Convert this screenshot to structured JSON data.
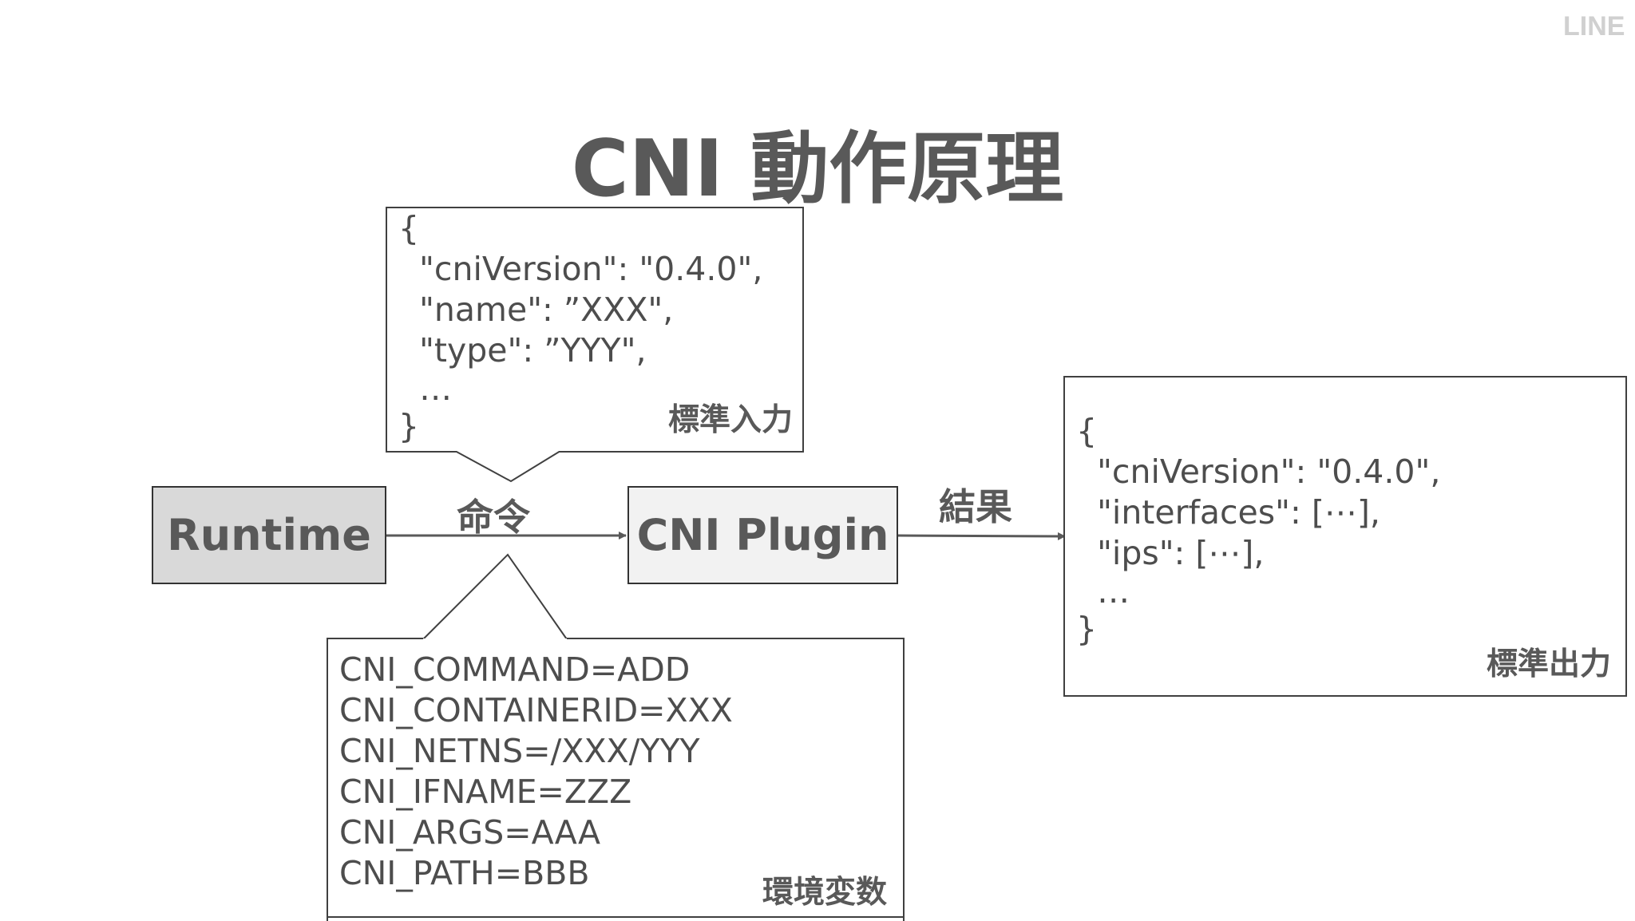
{
  "logo": "LINE",
  "title": "CNI 動作原理",
  "nodes": {
    "runtime": "Runtime",
    "plugin": "CNI Plugin"
  },
  "edges": {
    "command": "命令",
    "result": "結果"
  },
  "stdin_box": {
    "lines": [
      "{",
      "  \"cniVersion\": \"0.4.0\",",
      "  \"name\": ”XXX\",",
      "  \"type\": ”YYY\",",
      "  …",
      "}"
    ],
    "tag": "標準入力"
  },
  "env_box": {
    "lines": [
      "CNI_COMMAND=ADD",
      "CNI_CONTAINERID=XXX",
      "CNI_NETNS=/XXX/YYY",
      "CNI_IFNAME=ZZZ",
      "CNI_ARGS=AAA",
      "CNI_PATH=BBB"
    ],
    "tag": "環境変数"
  },
  "stdout_box": {
    "lines": [
      "{",
      "  \"cniVersion\": \"0.4.0\",",
      "  \"interfaces\": [⋯],",
      "  \"ips\": [⋯],",
      "  …",
      "}"
    ],
    "tag": "標準出力"
  },
  "colors": {
    "runtime_fill": "#d9d9d9",
    "plugin_fill": "#f2f2f2",
    "arrow": "#595959"
  }
}
